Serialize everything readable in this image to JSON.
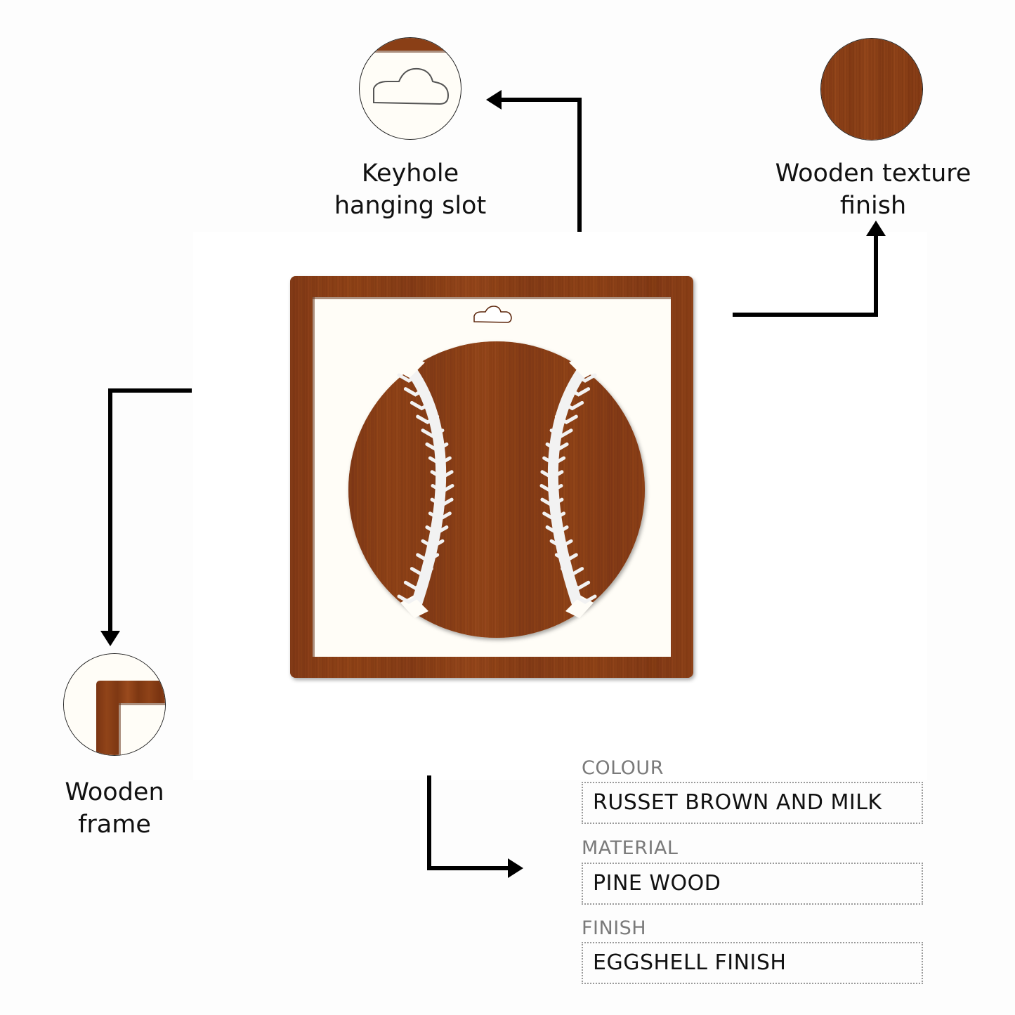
{
  "callouts": {
    "keyhole": {
      "line1": "Keyhole",
      "line2": "hanging slot"
    },
    "texture": {
      "line1": "Wooden texture",
      "line2": "finish"
    },
    "frame": {
      "line1": "Wooden",
      "line2": "frame"
    }
  },
  "specs": [
    {
      "key": "COLOUR",
      "value": "RUSSET BROWN AND MILK"
    },
    {
      "key": "MATERIAL",
      "value": "PINE WOOD"
    },
    {
      "key": "FINISH",
      "value": "EGGSHELL FINISH"
    }
  ],
  "colors": {
    "wood": "#8a3f17",
    "wood_dark": "#6b2c0c",
    "milk": "#fffdf7",
    "arrow": "#000000"
  },
  "icons": [
    "keyhole-zoom-icon",
    "wood-texture-swatch-icon",
    "frame-corner-zoom-icon",
    "baseball-icon"
  ]
}
